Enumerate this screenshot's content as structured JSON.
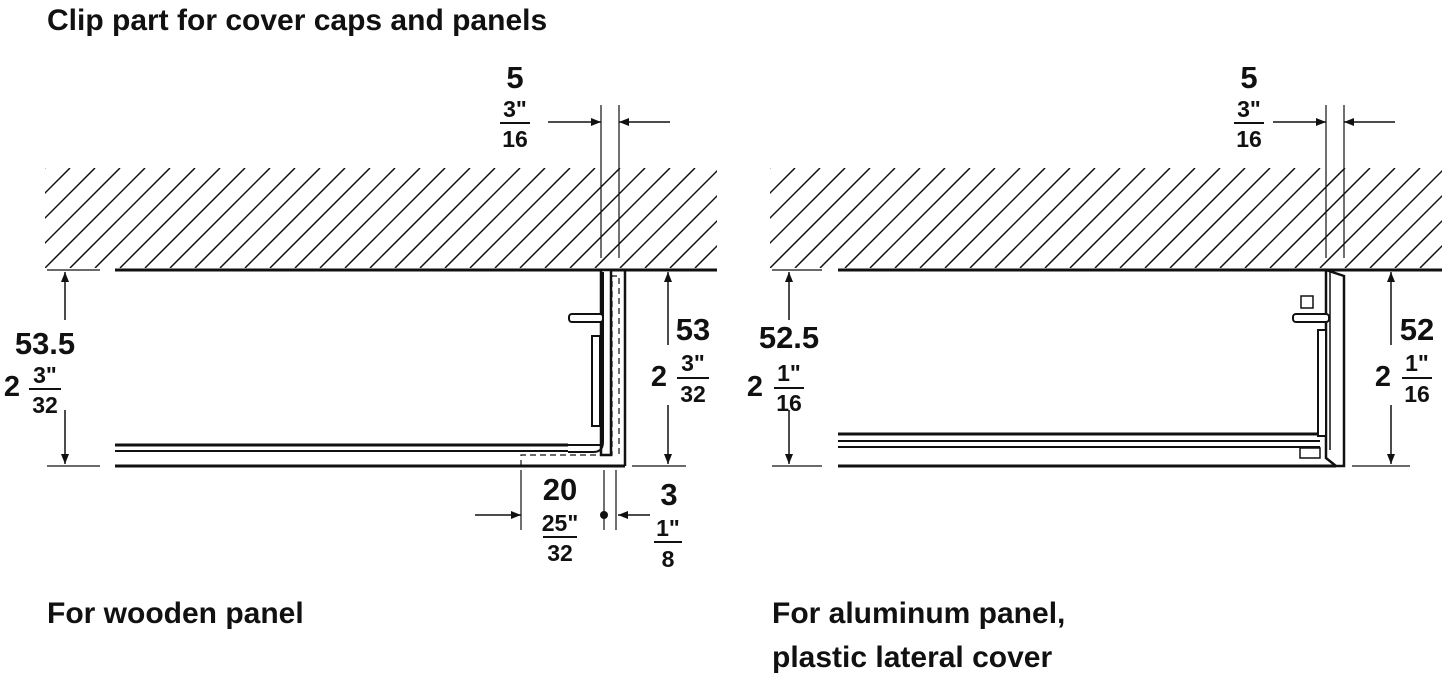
{
  "title": "Clip part for cover caps and panels",
  "left": {
    "caption": "For wooden panel",
    "top_gap": {
      "mm": "5",
      "num": "3\"",
      "den": "16"
    },
    "left_height": {
      "mm": "53.5",
      "whole": "2",
      "num": "3\"",
      "den": "32"
    },
    "right_height": {
      "mm": "53",
      "whole": "2",
      "num": "3\"",
      "den": "32"
    },
    "bottom_width": {
      "mm": "20",
      "num": "25\"",
      "den": "32"
    },
    "bottom_offset": {
      "mm": "3",
      "num": "1\"",
      "den": "8"
    }
  },
  "right": {
    "caption_line1": "For aluminum panel,",
    "caption_line2": "plastic lateral cover",
    "top_gap": {
      "mm": "5",
      "num": "3\"",
      "den": "16"
    },
    "left_height": {
      "mm": "52.5",
      "whole": "2",
      "num": "1\"",
      "den": "16"
    },
    "right_height": {
      "mm": "52",
      "whole": "2",
      "num": "1\"",
      "den": "16"
    }
  }
}
